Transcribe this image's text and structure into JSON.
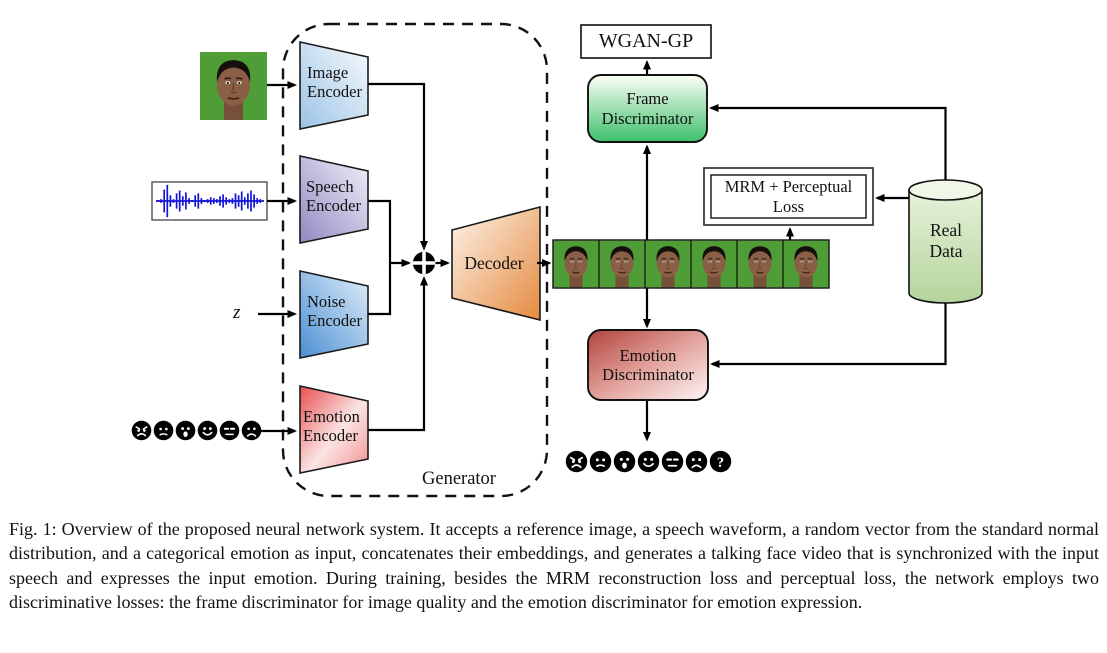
{
  "figure_caption": "Fig. 1: Overview of the proposed neural network system. It accepts a reference image, a speech waveform, a random vector from the standard normal distribution, and a categorical emotion as input, concatenates their embeddings, and generates a talking face video that is synchronized with the input speech and expresses the input emotion. During training, besides the MRM reconstruction loss and perceptual loss, the network employs two discriminative losses: the frame discriminator for image quality and the emotion discriminator for emotion expression.",
  "generator": {
    "label": "Generator",
    "image_encoder_label": "Image Encoder",
    "speech_encoder_label": "Speech Encoder",
    "noise_encoder_label": "Noise Encoder",
    "emotion_encoder_label": "Emotion Encoder",
    "decoder_label": "Decoder",
    "concat_symbol": "⊕"
  },
  "inputs": {
    "reference_image_icon": "reference-face-photo",
    "speech_waveform_icon": "audio-waveform",
    "noise_vector_label": "z",
    "emotion_icons": [
      "angry",
      "unamused",
      "surprised",
      "happy",
      "neutral",
      "sad"
    ]
  },
  "training": {
    "wgan_label": "WGAN-GP",
    "frame_discriminator_label": "Frame Discriminator",
    "mrm_loss_label": "MRM + Perceptual Loss",
    "real_data_label": "Real Data",
    "emotion_discriminator_label": "Emotion Discriminator",
    "generated_frames_icon": "talking-face-video-frames",
    "output_emotion_icons": [
      "angry",
      "unamused",
      "surprised",
      "happy",
      "neutral",
      "sad",
      "question"
    ]
  },
  "colors": {
    "image_encoder": "#9cc3e5",
    "speech_encoder": "#9288c2",
    "noise_encoder": "#4a8fd3",
    "emotion_encoder": "#e94f4f",
    "decoder": "#e58a3e",
    "frame_discriminator_green": "#3ec06a",
    "emotion_discriminator_red": "#b2423c",
    "real_data_green": "#c9e2b6",
    "waveform_blue": "#1414d8",
    "green_screen": "#4f9d36",
    "line_black": "#000000"
  }
}
